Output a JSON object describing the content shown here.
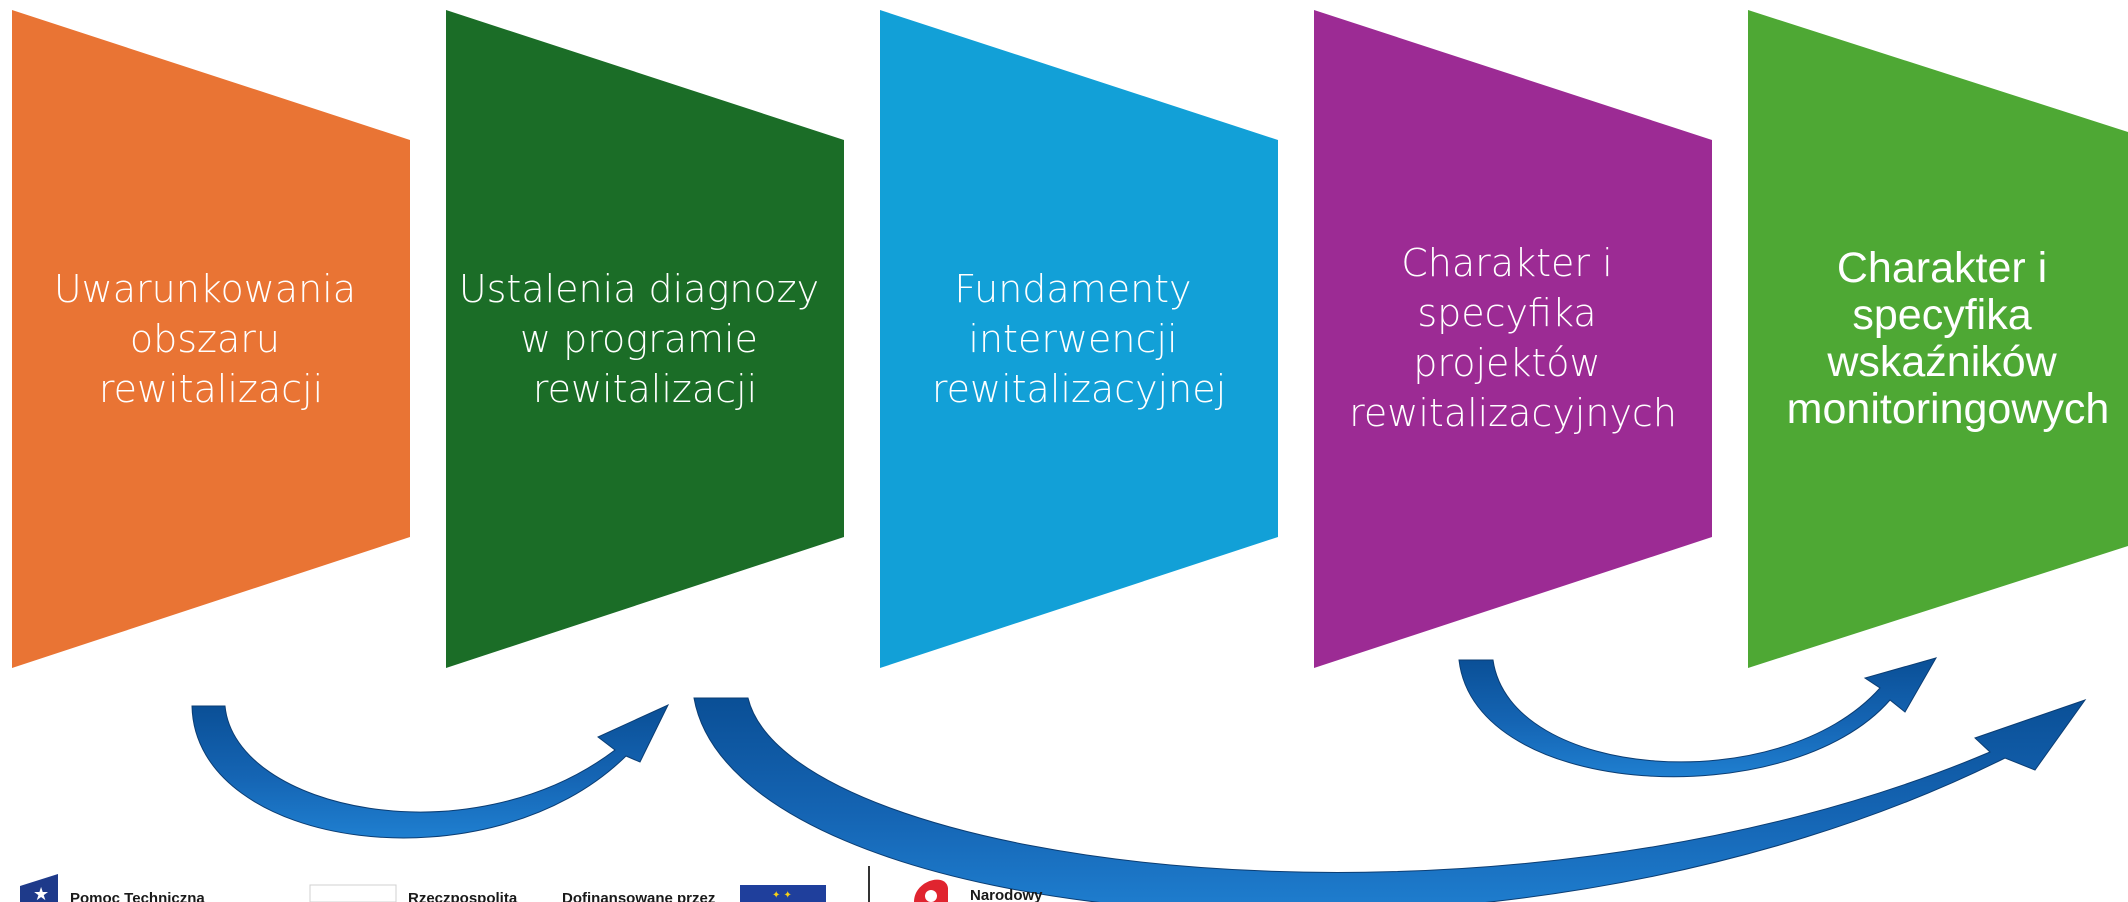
{
  "panels": [
    {
      "color": "#e97434",
      "lines": [
        "Uwarunkowania",
        "obszaru",
        "rewitalizacji"
      ]
    },
    {
      "color": "#1b6d27",
      "lines": [
        "Ustalenia diagnozy",
        "w programie",
        "rewitalizacji"
      ]
    },
    {
      "color": "#12a0d7",
      "lines": [
        "Fundamenty",
        "interwencji",
        "rewitalizacyjnej"
      ]
    },
    {
      "color": "#9c2b94",
      "lines": [
        "Charakter i",
        "specyfika",
        "projektów",
        "rewitalizacyjnych"
      ]
    },
    {
      "color": "#4ea834",
      "lines": [
        "Charakter i",
        "specyfika",
        "wskaźników",
        "monitoringowych"
      ]
    }
  ],
  "arrows": [
    {
      "name": "arrow-panel1-to-panel2",
      "color": "#1565b4"
    },
    {
      "name": "arrow-panel2-to-panel5",
      "color": "#1565b4"
    },
    {
      "name": "arrow-panel4-to-panel5",
      "color": "#1565b4"
    }
  ],
  "footer": {
    "logo1_text": "Pomoc Techniczna",
    "logo2_text": "Rzeczpospolita",
    "logo3_text": "Dofinansowane przez",
    "logo4_text": "Narodowy"
  }
}
